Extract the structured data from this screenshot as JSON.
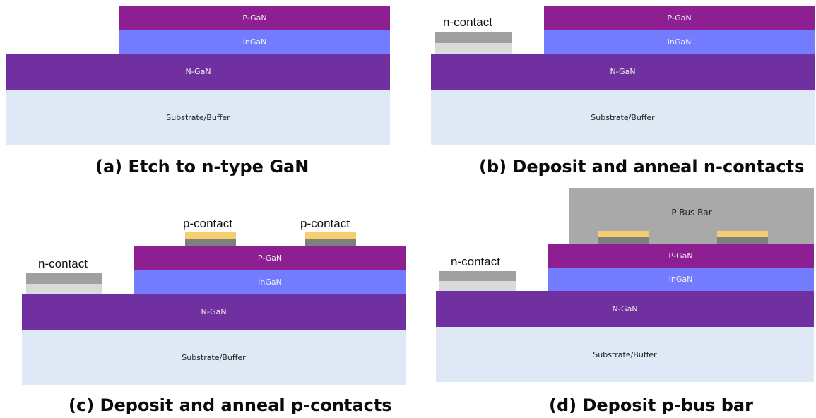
{
  "panels": {
    "a": {
      "caption": "(a) Etch to n-type GaN",
      "layers": {
        "p_gan": "P-GaN",
        "ingan": "InGaN",
        "n_gan": "N-GaN",
        "substrate": "Substrate/Buffer"
      }
    },
    "b": {
      "caption": "(b) Deposit and anneal n-contacts",
      "n_contact_label": "n-contact",
      "layers": {
        "p_gan": "P-GaN",
        "ingan": "InGaN",
        "n_gan": "N-GaN",
        "substrate": "Substrate/Buffer"
      }
    },
    "c": {
      "caption": "(c) Deposit and anneal p-contacts",
      "n_contact_label": "n-contact",
      "p_contact_labels": [
        "p-contact",
        "p-contact"
      ],
      "layers": {
        "p_gan": "P-GaN",
        "ingan": "InGaN",
        "n_gan": "N-GaN",
        "substrate": "Substrate/Buffer"
      }
    },
    "d": {
      "caption": "(d) Deposit p-bus bar",
      "n_contact_label": "n-contact",
      "bus_bar_label": "P-Bus Bar",
      "layers": {
        "p_gan": "P-GaN",
        "ingan": "InGaN",
        "n_gan": "N-GaN",
        "substrate": "Substrate/Buffer"
      }
    }
  },
  "colors": {
    "p_gan": "#8e1f92",
    "ingan": "#737bff",
    "n_gan": "#70309f",
    "substrate": "#dee9f5",
    "n_contact_metal": "#a0a0a0",
    "n_contact_base": "#dadada",
    "p_contact_gold": "#f5cf6e",
    "p_contact_base": "#7f7f7f",
    "bus_bar": "#a9a9a9"
  }
}
